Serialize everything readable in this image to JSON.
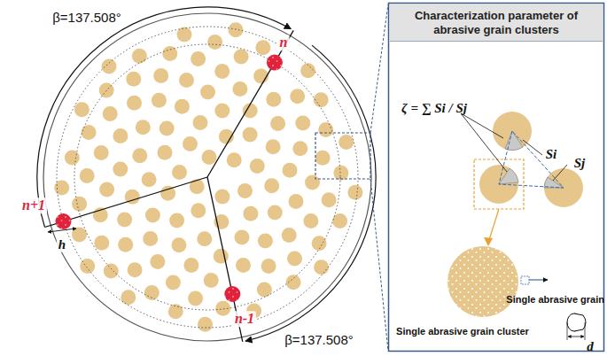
{
  "diagram": {
    "nodes": [
      {
        "text": [
          "Characterization parameter of abrasive grain clusters"
        ]
      }
    ],
    "labels": [
      "β=137.508°",
      "β=137.508°",
      "n",
      "n+1",
      "n-1",
      "h",
      "ζ = ∑ Si / Sj",
      "Si",
      "Sj",
      "Single abrasive grain cluster",
      "Single abrasive grain",
      "d"
    ]
  }
}
